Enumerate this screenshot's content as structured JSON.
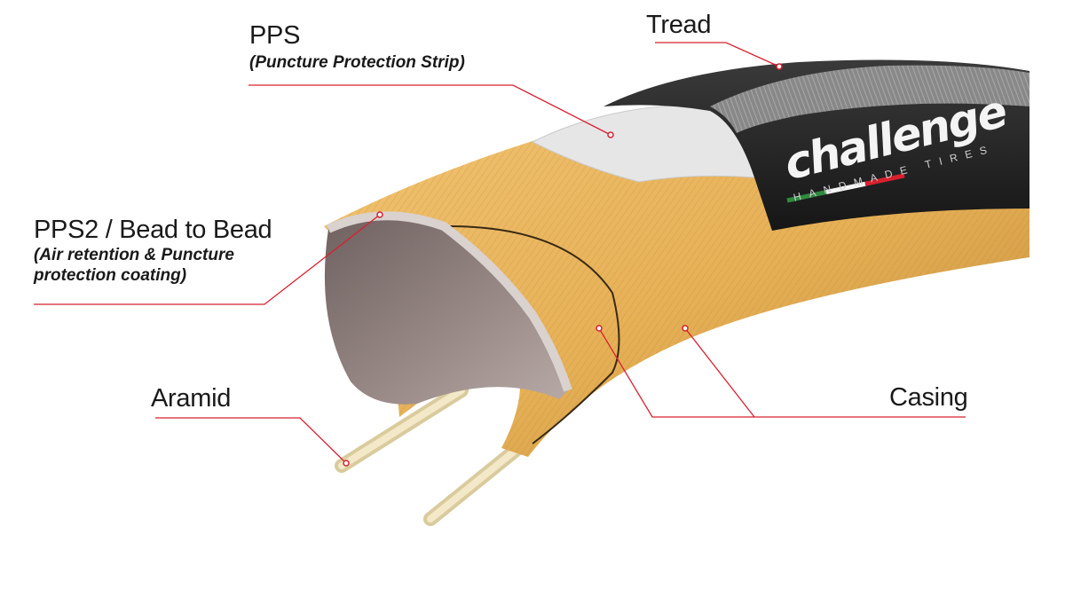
{
  "labels": {
    "tread": "Tread",
    "pps_title": "PPS",
    "pps_sub": "(Puncture Protection Strip)",
    "pps2_title": "PPS2 / Bead to Bead",
    "pps2_sub_line1": "(Air retention & Puncture",
    "pps2_sub_line2": "protection coating)",
    "aramid": "Aramid",
    "casing": "Casing"
  },
  "logo": {
    "brand": "challenge",
    "tagline": "HANDMADE TIRES"
  },
  "colors": {
    "leader_line": "#d8202f",
    "casing": "#e8b55c",
    "tread": "#2b2b2b",
    "pps_strip": "#e8e8e8",
    "inner_coating": "#8a7a78",
    "aramid_bead": "#ece0b8"
  }
}
